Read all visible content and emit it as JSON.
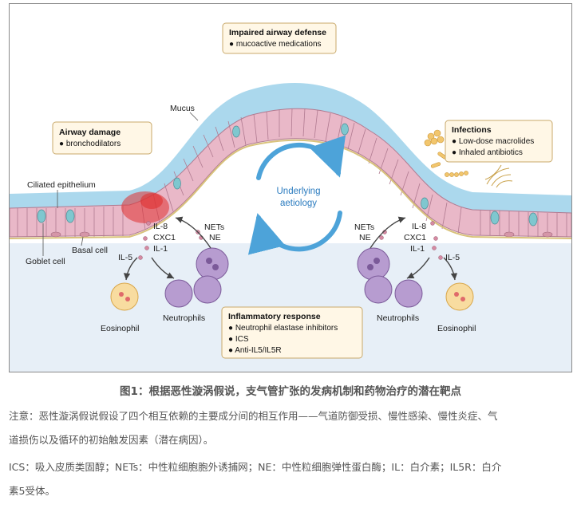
{
  "diagram": {
    "boxes": {
      "impaired": {
        "title": "Impaired airway defense",
        "items": [
          "● mucoactive medications"
        ]
      },
      "damage": {
        "title": "Airway damage",
        "items": [
          "● bronchodilators"
        ]
      },
      "infections": {
        "title": "Infections",
        "items": [
          "● Low-dose macrolides",
          "● Inhaled antibiotics"
        ]
      },
      "inflammatory": {
        "title": "Inflammatory response",
        "items": [
          "● Neutrophil elastase inhibitors",
          "● ICS",
          "● Anti-IL5/IL5R"
        ]
      }
    },
    "labels": {
      "mucus": "Mucus",
      "ciliated": "Ciliated epithelium",
      "basal": "Basal cell",
      "goblet": "Goblet cell",
      "cycle_line1": "Underlying",
      "cycle_line2": "aetiology",
      "il8": "IL-8",
      "cxc1": "CXC1",
      "il1": "IL-1",
      "il5": "IL-5",
      "nets": "NETs",
      "ne": "NE",
      "neutrophils": "Neutrophils",
      "eosinophil": "Eosinophil"
    },
    "colors": {
      "lumen": "#e7eff7",
      "mucus": "#a7d6ec",
      "epithelium": "#e9b8c8",
      "cycle_arrow": "#4da3d9",
      "neutrophil": "#8a6aa8",
      "eosinophil": "#f4cc7a",
      "inflamed": "#e03030"
    }
  },
  "caption": "图1：根据恶性漩涡假说，支气管扩张的发病机制和药物治疗的潜在靶点",
  "notes": [
    "注意：恶性漩涡假说假设了四个相互依赖的主要成分间的相互作用——气道防御受损、慢性感染、慢性炎症、气",
    "道损伤以及循环的初始触发因素（潜在病因）。",
    "ICS：吸入皮质类固醇；NETs：中性粒细胞胞外诱捕网；NE：中性粒细胞弹性蛋白酶；IL：白介素；IL5R：白介",
    "素5受体。"
  ]
}
